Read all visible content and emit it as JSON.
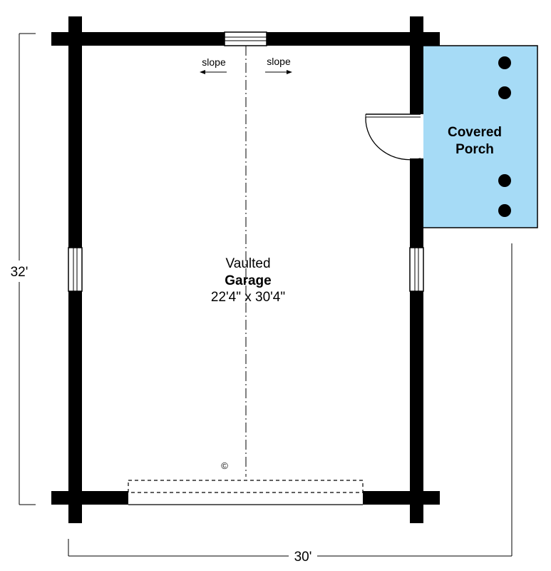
{
  "garage": {
    "line1": "Vaulted",
    "name": "Garage",
    "size": "22'4\" x 30'4\""
  },
  "porch": {
    "line1": "Covered",
    "line2": "Porch",
    "fill": "#a6dbf6"
  },
  "slope_left": "slope",
  "slope_right": "slope",
  "dim_height": "32'",
  "dim_width": "30'",
  "copyright_mark": "©"
}
